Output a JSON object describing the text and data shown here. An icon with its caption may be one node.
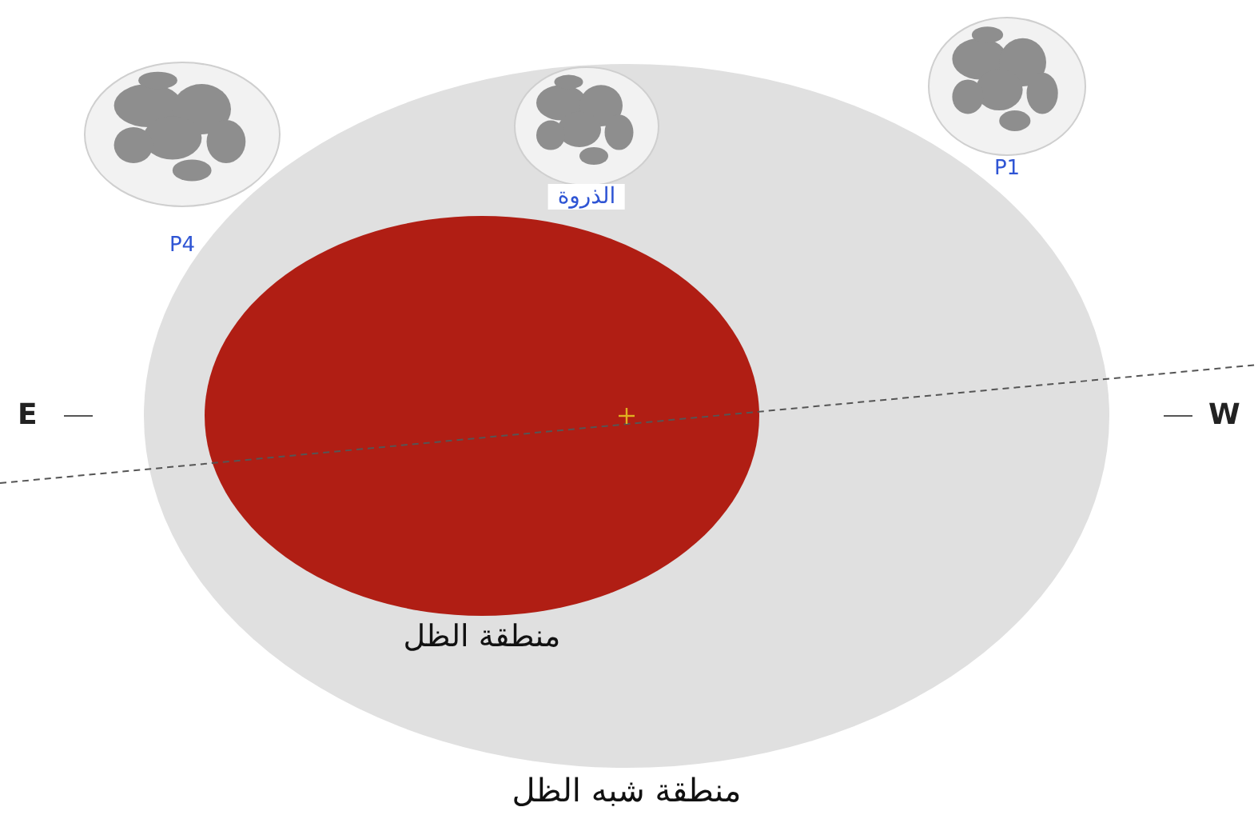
{
  "diagram": {
    "nodes": [
      {
        "text": [
          "P4"
        ]
      },
      {
        "text": [
          "الذروة"
        ],
        "in": 3
      },
      {
        "text": [
          "P1"
        ]
      },
      {
        "text": [
          "منطقة شبه الظل"
        ]
      },
      {
        "text": [
          "منطقة الظل"
        ],
        "in": 3
      }
    ],
    "labels": [
      "E",
      "W"
    ]
  }
}
